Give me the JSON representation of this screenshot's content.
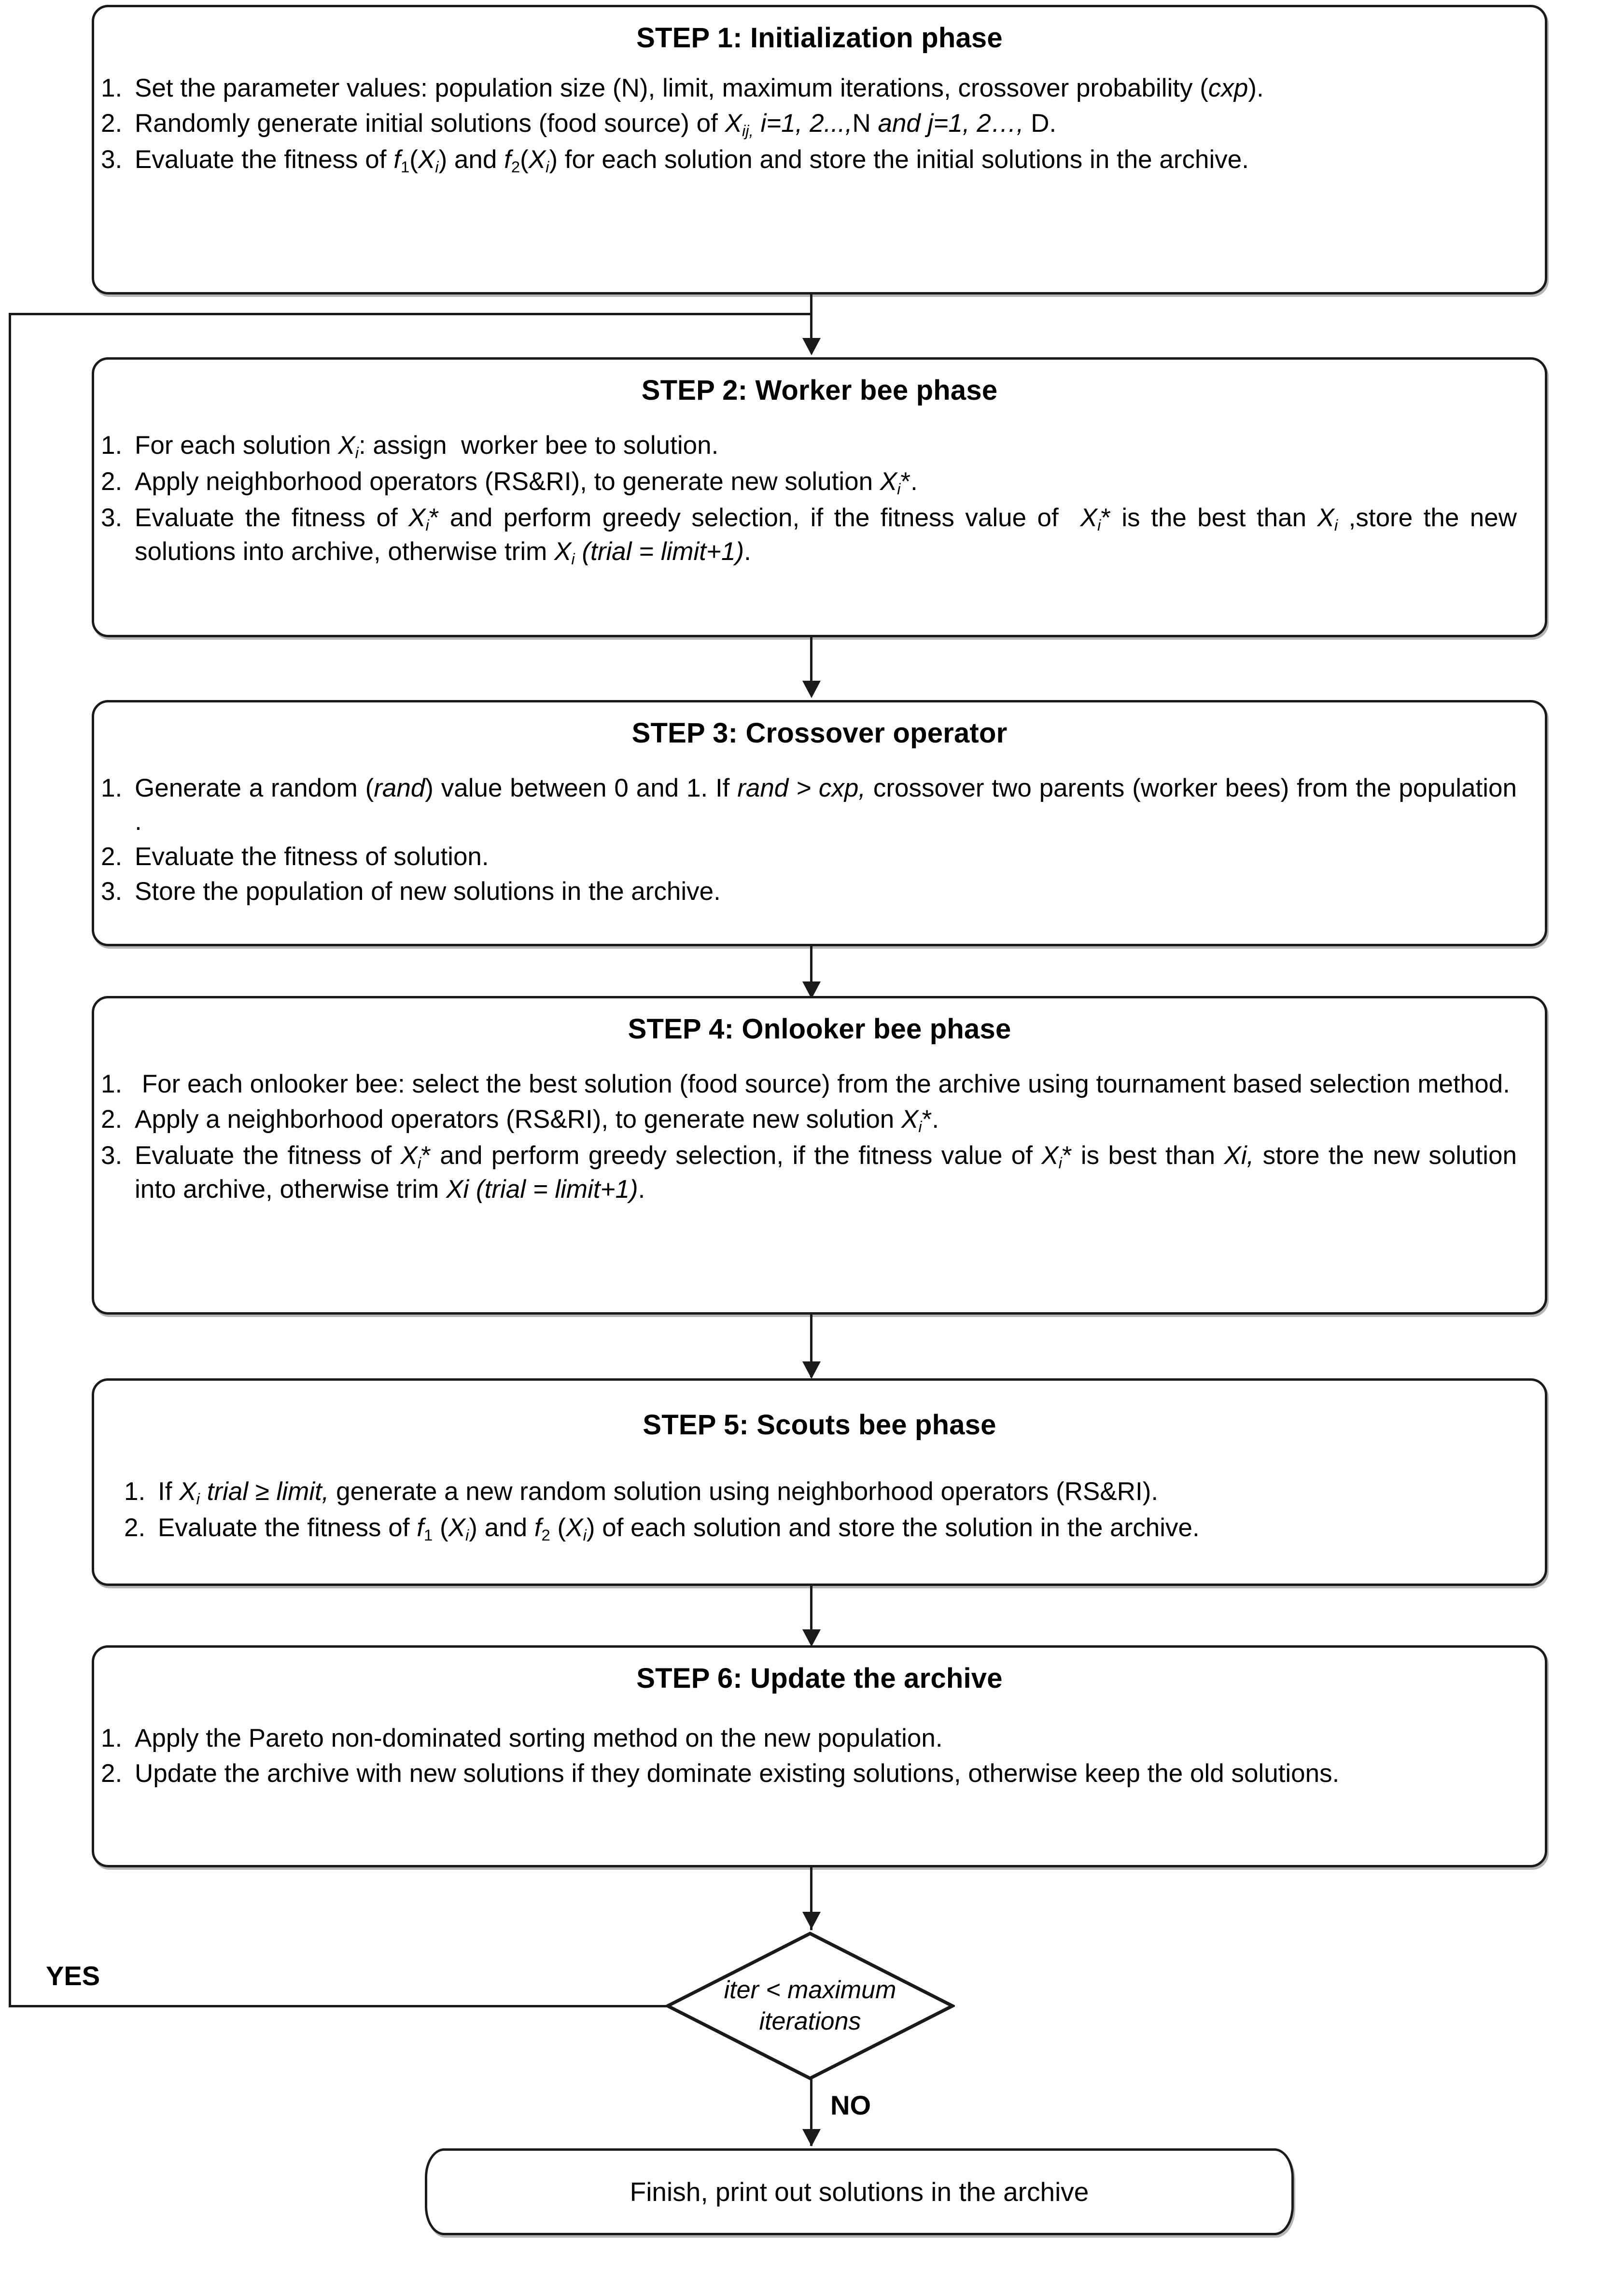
{
  "diagram": {
    "type": "flowchart",
    "title": "Multi-objective Artificial Bee Colony algorithm flowchart",
    "steps": [
      {
        "title": "STEP 1: Initialization phase",
        "items": [
          "Set the parameter values: population size (N), limit, maximum iterations, crossover probability (cxp).",
          "Randomly generate initial solutions (food source) of Xij, i=1, 2...,N and j=1, 2…, D.",
          "Evaluate the fitness of f1(Xi) and f2(Xi) for each solution and store the initial solutions in the archive."
        ]
      },
      {
        "title": "STEP 2: Worker bee phase",
        "items": [
          "For each solution Xi: assign  worker bee to solution.",
          "Apply neighborhood operators (RS&RI), to generate new solution Xi*.",
          "Evaluate the fitness of Xi* and perform greedy selection, if the fitness value of  Xi* is the best than Xi ,store the new solutions into archive, otherwise trim Xi (trial = limit+1)."
        ]
      },
      {
        "title": "STEP 3:  Crossover operator",
        "items": [
          "Generate a random (rand) value between 0 and 1. If rand > cxp, crossover two parents (worker bees) from the population .",
          "Evaluate the fitness of solution.",
          "Store the population of new solutions in the archive."
        ]
      },
      {
        "title": "STEP 4:  Onlooker bee phase",
        "items": [
          " For each onlooker bee: select the best solution (food source) from the archive using tournament based selection method.",
          "Apply a neighborhood operators (RS&RI), to generate new solution Xi*.",
          "Evaluate the fitness of Xi* and perform greedy selection, if the fitness value of Xi* is best than Xi, store the new solution into archive, otherwise trim Xi (trial = limit+1)."
        ]
      },
      {
        "title": "STEP 5:  Scouts bee phase",
        "items": [
          "If Xi trial ≥ limit, generate a new random solution using neighborhood operators (RS&RI).",
          "Evaluate the fitness of f1 (Xi) and f2 (Xi) of each solution and store the solution in the archive."
        ]
      },
      {
        "title": "STEP 6: Update the archive",
        "items": [
          "Apply the Pareto non-dominated sorting method on the new population.",
          "Update the archive with new solutions if they dominate existing solutions, otherwise keep the old solutions."
        ]
      }
    ],
    "decision": {
      "line1": "iter < maximum",
      "line2": "iterations"
    },
    "edge_labels": {
      "yes": "YES",
      "no": "NO"
    },
    "terminator": "Finish, print out solutions in the archive",
    "colors": {
      "stroke": "#1a1a1a",
      "background": "#ffffff",
      "shadow": "#787878"
    }
  }
}
